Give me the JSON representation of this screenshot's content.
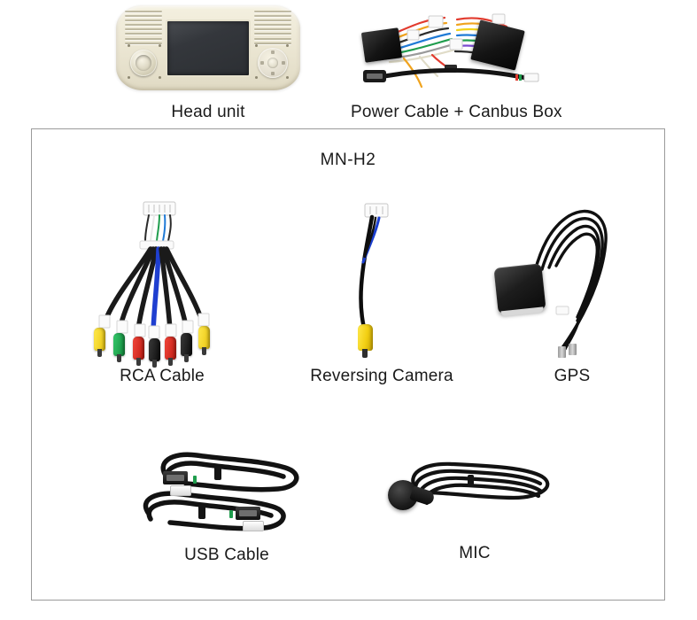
{
  "page": {
    "background": "#ffffff",
    "text_color": "#1a1a1a",
    "frame_border_color": "#9a9a9a"
  },
  "top_row": {
    "items": [
      {
        "id": "head-unit",
        "label": "Head unit",
        "art": "car-stereo-head-unit",
        "colors": {
          "bezel": "#ece7d4",
          "screen": "#2f3237"
        }
      },
      {
        "id": "power-cable-canbus-box",
        "label": "Power Cable + Canbus Box",
        "art": "wiring-harness-and-canbus-module",
        "colors": {
          "module": "#111111",
          "wires_accent": "#e23b2e"
        }
      }
    ]
  },
  "frame": {
    "title": "MN-H2",
    "rows": [
      {
        "id": "row-1",
        "items": [
          {
            "id": "rca-cable",
            "label": "RCA Cable",
            "art": "rca-breakout-harness",
            "connector_colors": [
              "#f2d21a",
              "#1f9d4d",
              "#e02b20",
              "#1b1b1b",
              "#f2d21a"
            ]
          },
          {
            "id": "reversing-camera",
            "label": "Reversing  Camera",
            "art": "reverse-camera-adapter-cable",
            "connector_colors": [
              "#ffffff",
              "#1b3fd0",
              "#0d0d0d",
              "#f2cf13"
            ]
          },
          {
            "id": "gps",
            "label": "GPS",
            "art": "gps-antenna-puck-with-coiled-cable",
            "connector_colors": [
              "#0a0a0a",
              "#b8b8b8"
            ]
          }
        ]
      },
      {
        "id": "row-2",
        "items": [
          {
            "id": "usb-cable",
            "label": "USB Cable",
            "art": "two-coiled-usb-extension-cables",
            "connector_colors": [
              "#ffffff",
              "#111111",
              "#1f9d4d"
            ]
          },
          {
            "id": "mic",
            "label": "MIC",
            "art": "clip-on-microphone-with-coiled-cable",
            "connector_colors": [
              "#0d0d0d"
            ]
          }
        ]
      }
    ]
  },
  "head_unit_parts": {
    "screen_label": "touchscreen-display",
    "knob_label": "volume-knob",
    "dpad_label": "navigation-pad"
  }
}
